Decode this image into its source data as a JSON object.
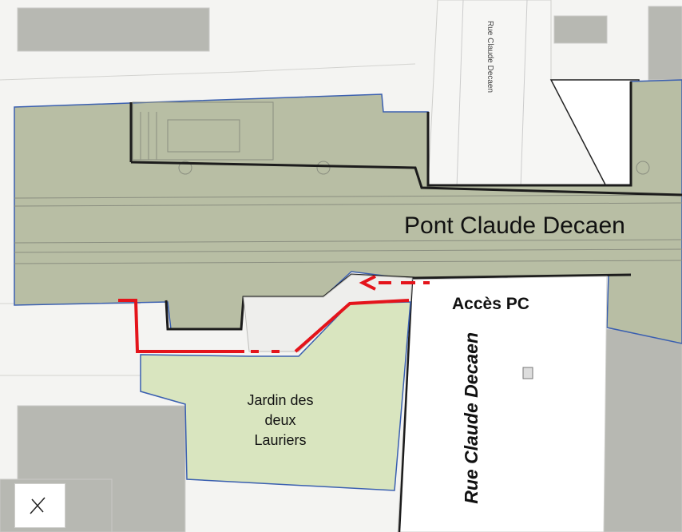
{
  "map": {
    "labels": {
      "bridge": "Pont Claude Decaen",
      "access": "Accès PC",
      "garden": [
        "Jardin des",
        "deux",
        "Lauriers"
      ],
      "street_vertical": "Rue Claude Decaen",
      "street_small": "Rue Claude Decaen"
    },
    "colors": {
      "background": "#f4f4f2",
      "building_fill": "#b7b8b2",
      "bridge_fill": "#b8bea4",
      "garden_fill": "#d9e5bf",
      "boundary_stroke": "#3a5fb0",
      "access_path": "#e4141b",
      "wall": "#1c1c1c"
    },
    "icons": {
      "north_arrow": "compass-cross-icon"
    }
  }
}
